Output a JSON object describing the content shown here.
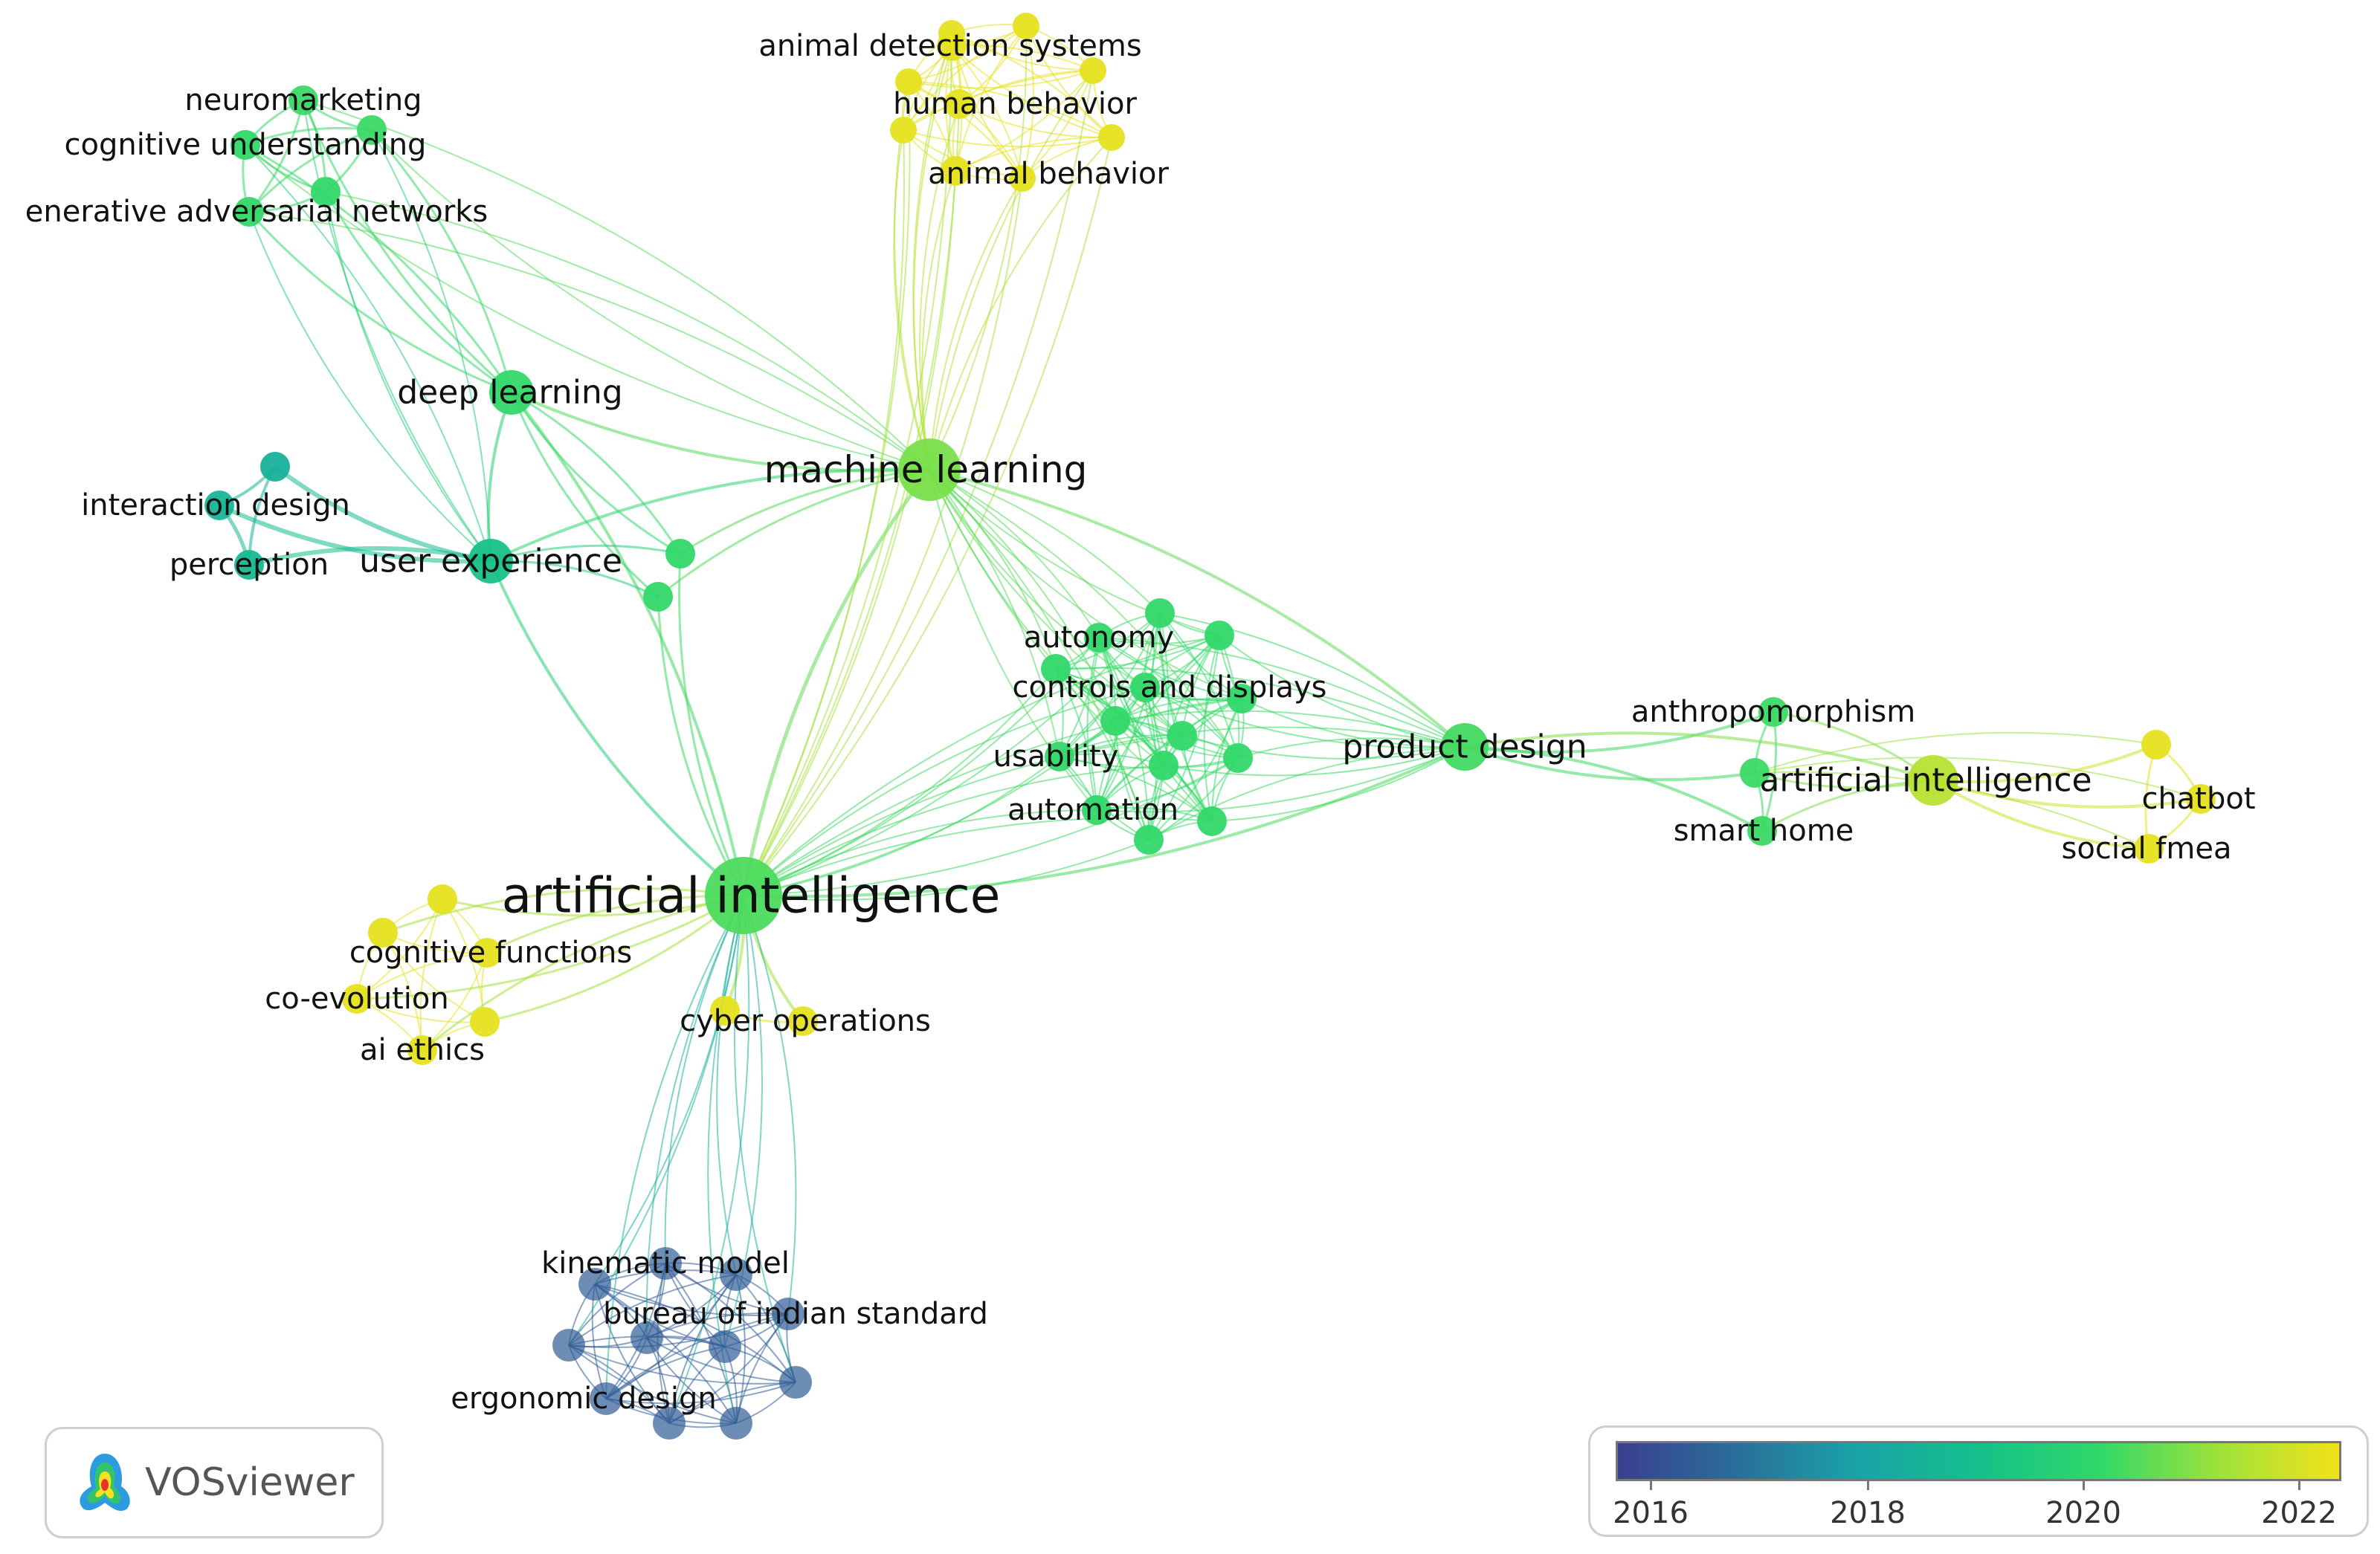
{
  "palette": [
    "#3b3f8f",
    "#2a6f9a",
    "#1aa3a8",
    "#15c08a",
    "#2fd86a",
    "#9ee23a",
    "#f2e21a"
  ],
  "year_range": [
    2015,
    2022.6
  ],
  "labeled_nodes": [
    {
      "id": "ai_main",
      "label": "artificial intelligence",
      "year": 2020.4
    },
    {
      "id": "ml",
      "label": "machine learning",
      "year": 2020.9
    },
    {
      "id": "dl",
      "label": "deep learning",
      "year": 2020.1
    },
    {
      "id": "ux",
      "label": "user experience",
      "year": 2018.9
    },
    {
      "id": "pd",
      "label": "product design",
      "year": 2020.3
    },
    {
      "id": "ai2",
      "label": "artificial intelligence",
      "year": 2021.7
    },
    {
      "id": "neuro",
      "label": "neuromarketing",
      "year": 2020.2
    },
    {
      "id": "cog_und",
      "label": "cognitive understanding",
      "year": 2020.1
    },
    {
      "id": "gan",
      "label": "enerative adversarial networks",
      "year": 2020.1
    },
    {
      "id": "interaction",
      "label": "interaction design",
      "year": 2018.3
    },
    {
      "id": "perception",
      "label": "perception",
      "year": 2018.5
    },
    {
      "id": "animal_det",
      "label": "animal detection systems",
      "year": 2022.4
    },
    {
      "id": "human_beh",
      "label": "human behavior",
      "year": 2022.4
    },
    {
      "id": "animal_beh",
      "label": "animal behavior",
      "year": 2022.4
    },
    {
      "id": "autonomy",
      "label": "autonomy",
      "year": 2020.1
    },
    {
      "id": "controls",
      "label": "controls and displays",
      "year": 2020.1
    },
    {
      "id": "usability",
      "label": "usability",
      "year": 2020.1
    },
    {
      "id": "automation",
      "label": "automation",
      "year": 2020.1
    },
    {
      "id": "anthro",
      "label": "anthropomorphism",
      "year": 2020.2
    },
    {
      "id": "smarthome",
      "label": "smart home",
      "year": 2020.2
    },
    {
      "id": "chatbot",
      "label": "chatbot",
      "year": 2022.4
    },
    {
      "id": "fmea",
      "label": "social fmea",
      "year": 2022.4
    },
    {
      "id": "cogfun",
      "label": "cognitive functions",
      "year": 2022.4
    },
    {
      "id": "coevo",
      "label": "co-evolution",
      "year": 2022.4
    },
    {
      "id": "aieth",
      "label": "ai ethics",
      "year": 2022.4
    },
    {
      "id": "cyber",
      "label": "cyber operations",
      "year": 2022.4
    },
    {
      "id": "kin",
      "label": "kinematic model",
      "year": 2015.8
    },
    {
      "id": "bureau",
      "label": "bureau of indian standard",
      "year": 2015.8
    },
    {
      "id": "ergo",
      "label": "ergonomic design",
      "year": 2015.8
    }
  ],
  "logo": {
    "text": "VOSviewer"
  },
  "legend": {
    "ticks": [
      "2016",
      "2018",
      "2020",
      "2022"
    ]
  }
}
